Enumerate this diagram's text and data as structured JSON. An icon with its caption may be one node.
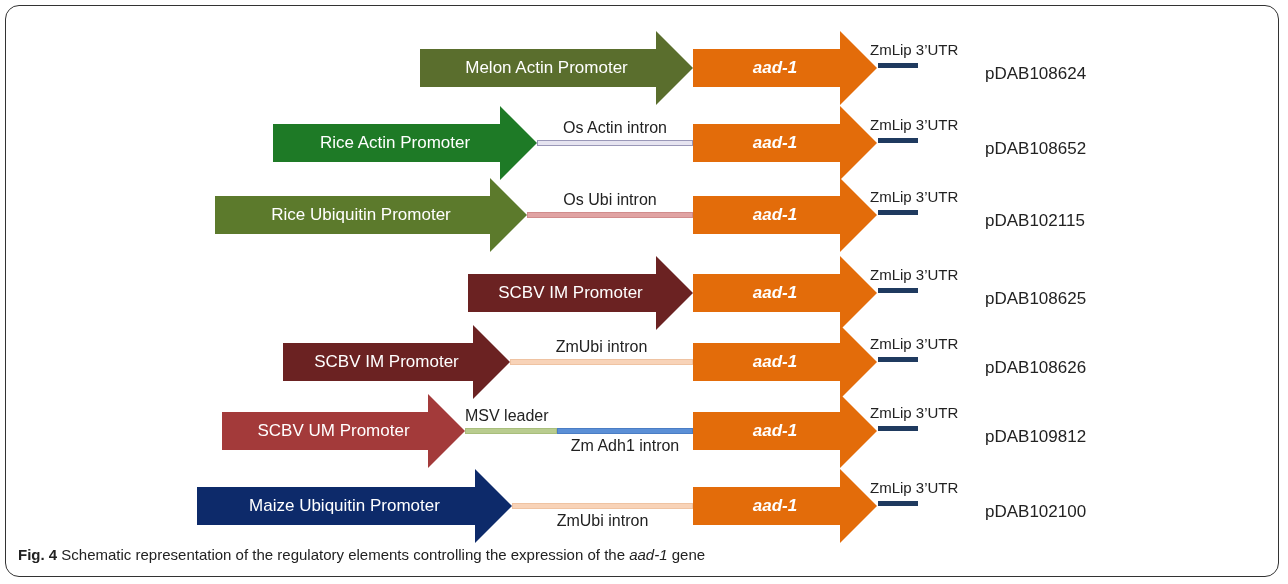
{
  "diagram": {
    "caption": "**Fig. 4** Schematic representation of the regulatory elements controlling the expression of the *aad-1* gene",
    "nodes": [
      {
        "text": [
          "Melon Actin Promoter"
        ]
      },
      {
        "text": [
          "aad-1"
        ]
      },
      {
        "text": [
          "ZmLip 3’UTR"
        ]
      },
      {
        "text": [
          "Rice Actin Promoter"
        ]
      },
      {
        "text": [
          "Os Actin intron"
        ]
      },
      {
        "text": [
          "aad-1"
        ]
      },
      {
        "text": [
          "ZmLip 3’UTR"
        ]
      },
      {
        "text": [
          "Rice Ubiquitin Promoter"
        ]
      },
      {
        "text": [
          "Os Ubi intron"
        ]
      },
      {
        "text": [
          "aad-1"
        ]
      },
      {
        "text": [
          "ZmLip 3’UTR"
        ]
      },
      {
        "text": [
          "SCBV IM Promoter"
        ]
      },
      {
        "text": [
          "aad-1"
        ]
      },
      {
        "text": [
          "ZmLip 3’UTR"
        ]
      },
      {
        "text": [
          "SCBV IM Promoter"
        ]
      },
      {
        "text": [
          "ZmUbi intron"
        ]
      },
      {
        "text": [
          "aad-1"
        ]
      },
      {
        "text": [
          "ZmLip 3’UTR"
        ]
      },
      {
        "text": [
          "SCBV UM Promoter"
        ]
      },
      {
        "text": [
          "MSV leader"
        ]
      },
      {
        "text": [
          "Zm Adh1 intron"
        ]
      },
      {
        "text": [
          "aad-1"
        ]
      },
      {
        "text": [
          "ZmLip 3’UTR"
        ]
      },
      {
        "text": [
          "Maize Ubiquitin Promoter"
        ]
      },
      {
        "text": [
          "ZmUbi intron"
        ]
      },
      {
        "text": [
          "aad-1"
        ]
      },
      {
        "text": [
          "ZmLip 3’UTR"
        ]
      }
    ],
    "labels": [
      "pDAB108624",
      "pDAB108652",
      "pDAB102115",
      "pDAB108625",
      "pDAB108626",
      "pDAB109812",
      "pDAB102100"
    ]
  }
}
